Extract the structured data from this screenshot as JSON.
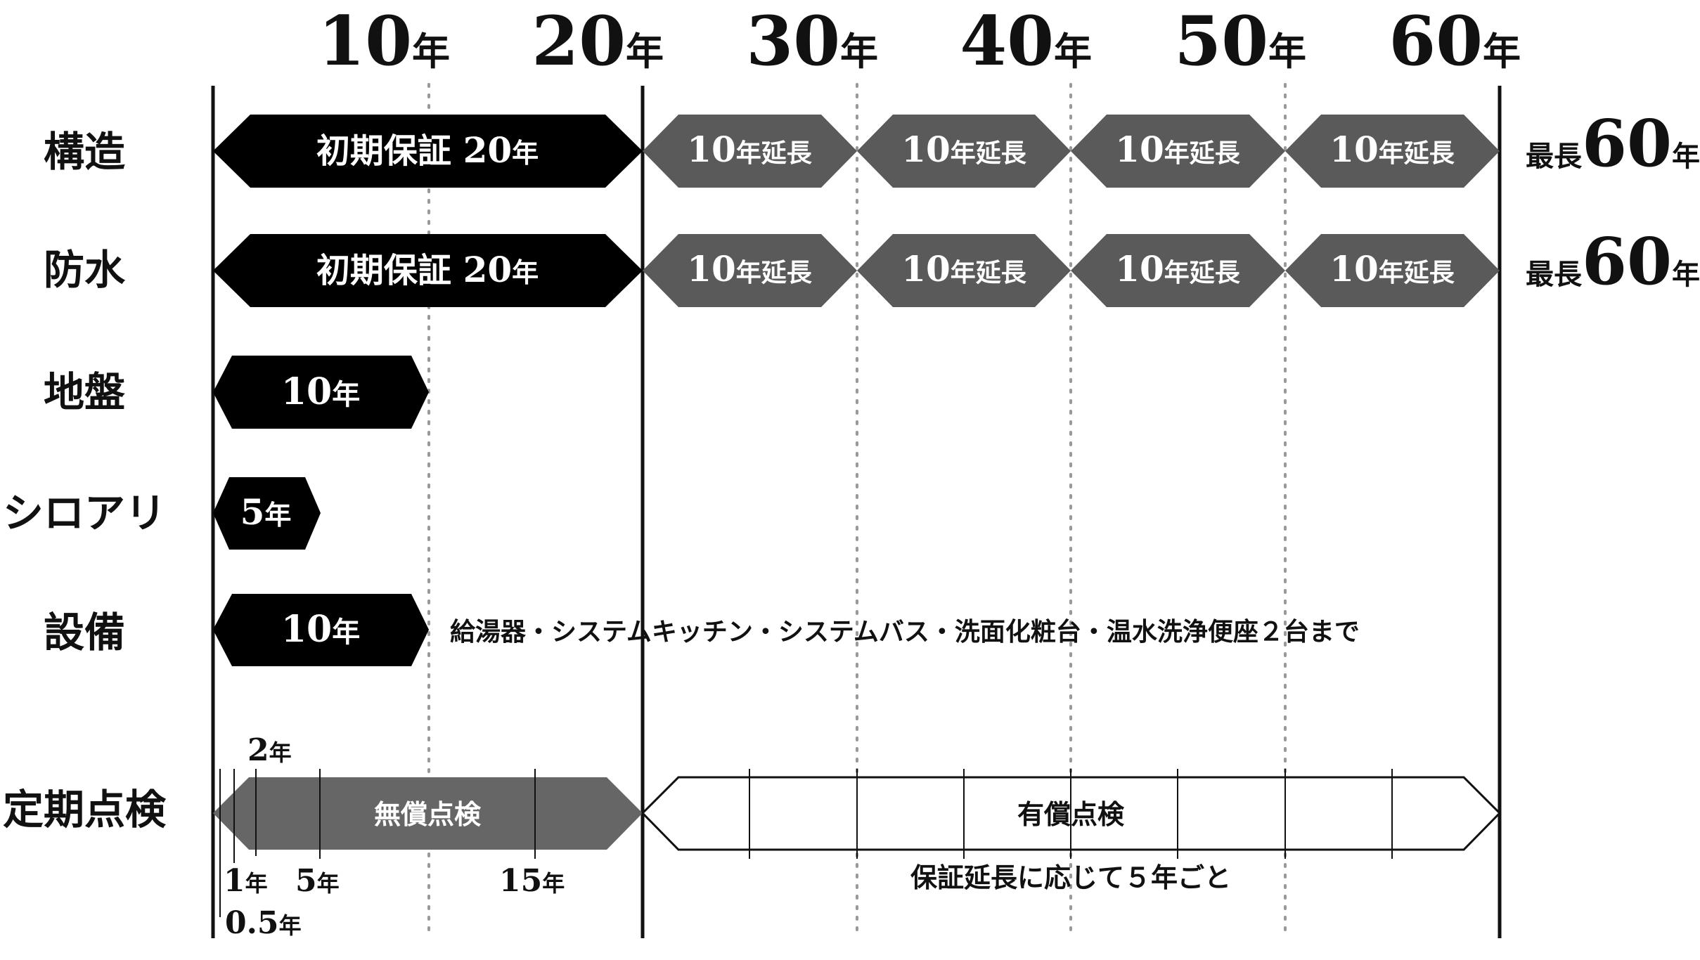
{
  "axis": {
    "ticks": [
      {
        "num": "10",
        "unit": "年"
      },
      {
        "num": "20",
        "unit": "年"
      },
      {
        "num": "30",
        "unit": "年"
      },
      {
        "num": "40",
        "unit": "年"
      },
      {
        "num": "50",
        "unit": "年"
      },
      {
        "num": "60",
        "unit": "年"
      }
    ]
  },
  "rows": {
    "structure": {
      "label": "構造",
      "initial": {
        "text": "初期保証",
        "num": "20",
        "unit": "年"
      },
      "extensions": [
        {
          "num": "10",
          "unit": "年延長"
        },
        {
          "num": "10",
          "unit": "年延長"
        },
        {
          "num": "10",
          "unit": "年延長"
        },
        {
          "num": "10",
          "unit": "年延長"
        }
      ],
      "max": {
        "prefix": "最長",
        "num": "60",
        "unit": "年"
      }
    },
    "waterproof": {
      "label": "防水",
      "initial": {
        "text": "初期保証",
        "num": "20",
        "unit": "年"
      },
      "extensions": [
        {
          "num": "10",
          "unit": "年延長"
        },
        {
          "num": "10",
          "unit": "年延長"
        },
        {
          "num": "10",
          "unit": "年延長"
        },
        {
          "num": "10",
          "unit": "年延長"
        }
      ],
      "max": {
        "prefix": "最長",
        "num": "60",
        "unit": "年"
      }
    },
    "ground": {
      "label": "地盤",
      "bar": {
        "num": "10",
        "unit": "年"
      }
    },
    "termite": {
      "label": "シロアリ",
      "bar": {
        "num": "5",
        "unit": "年"
      }
    },
    "equipment": {
      "label": "設備",
      "bar": {
        "num": "10",
        "unit": "年"
      },
      "note": "給湯器・システムキッチン・システムバス・洗面化粧台・温水洗浄便座２台まで"
    },
    "inspection": {
      "label": "定期点検",
      "free": "無償点検",
      "paid": "有償点検",
      "paid_note": "保証延長に応じて５年ごと",
      "marks": {
        "y2": {
          "num": "2",
          "unit": "年"
        },
        "y1": {
          "num": "1",
          "unit": "年"
        },
        "y5": {
          "num": "5",
          "unit": "年"
        },
        "y15": {
          "num": "15",
          "unit": "年"
        },
        "y05": {
          "num": "0.5",
          "unit": "年"
        }
      }
    }
  },
  "colors": {
    "initial": "#000000",
    "extension": "#5a5a5a",
    "free_inspection": "#666666",
    "paid_inspection": "#ffffff",
    "bar_text": "#ffffff",
    "ink": "#111111",
    "gridline": "#999999"
  }
}
